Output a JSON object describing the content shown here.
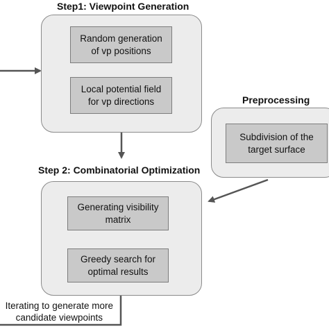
{
  "step1": {
    "title": "Step1: Viewpoint Generation",
    "box1": {
      "line1": "Random generation",
      "line2": "of vp positions"
    },
    "box2": {
      "line1": "Local potential field",
      "line2": "for vp directions"
    }
  },
  "preprocessing": {
    "title": "Preprocessing",
    "box": {
      "line1": "Subdivision of the",
      "line2": "target surface"
    }
  },
  "step2": {
    "title": "Step 2: Combinatorial Optimization",
    "box1": {
      "line1": "Generating visibility",
      "line2": "matrix"
    },
    "box2": {
      "line1": "Greedy search for",
      "line2": "optimal results"
    }
  },
  "loop_note": {
    "line1": "Iterating to generate more",
    "line2": "candidate viewpoints"
  },
  "colors": {
    "panel_fill": "#ececec",
    "panel_border": "#8a8a8a",
    "box_fill": "#c9c9c9",
    "arrow": "#555555"
  }
}
